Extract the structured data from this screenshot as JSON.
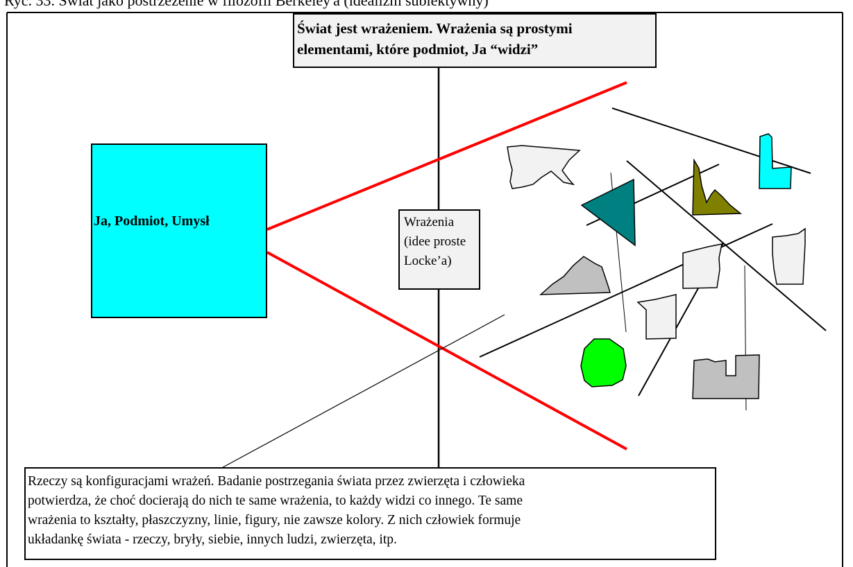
{
  "caption": "Ryc. 33.  Świat jako postrzeżenie  w filozofii Berkeley'a (idealizm subiektywny)",
  "title_box": {
    "line1": "Świat jest wrażeniem. Wrażenia są prostymi",
    "line2": "elementami, które podmiot, Ja “widzi”"
  },
  "subject_box": {
    "label": "Ja, Podmiot, Umysł"
  },
  "impressions_box": {
    "line1": " Wrażenia",
    "line2": "(idee proste",
    "line3": "Locke’a)"
  },
  "bottom_box": {
    "line1": "Rzeczy są konfiguracjami wrażeń. Badanie postrzegania świata przez zwierzęta i człowieka",
    "line2": "potwierdza, że choć docierają do nich te same wrażenia, to każdy widzi co innego. Te same",
    "line3": "wrażenia to kształty, płaszczyzny, linie, figury, nie zawsze kolory. Z nich człowiek formuje",
    "line4": "układankę świata - rzeczy, bryły, siebie, innych  ludzi, zwierzęta, itp."
  },
  "colors": {
    "subject_fill": "#00ffff",
    "box_fill": "#f2f2f2",
    "red_line": "#ff0000",
    "teal_shape": "#008080",
    "olive_shape": "#808000",
    "cyan_shape": "#00ffff",
    "green_shape": "#00ff00",
    "gray_shape": "#c0c0c0",
    "light_shape": "#f2f2f2"
  }
}
